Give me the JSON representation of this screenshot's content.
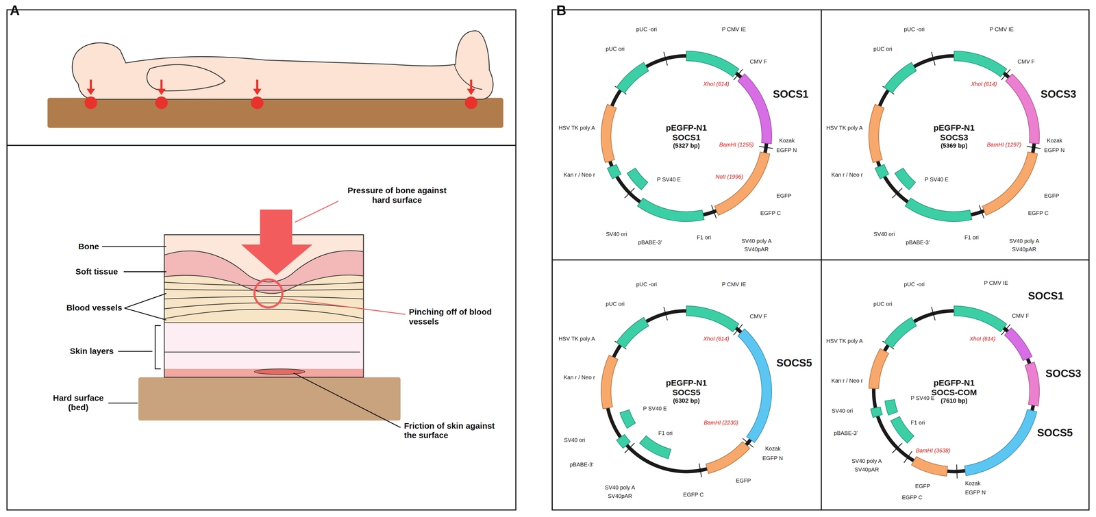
{
  "diagram": {
    "nodes": [
      {
        "text": [
          "pEGFP-N1 SOCS1",
          "(5327 bp)"
        ]
      },
      {
        "text": [
          "pEGFP-N1 SOCS3",
          "(5369 bp)"
        ]
      },
      {
        "text": [
          "pEGFP-N1 SOCS5",
          "(6302 bp)"
        ]
      },
      {
        "text": [
          "pEGFP-N1 SOCS-COM",
          "(7610 bp)"
        ]
      }
    ],
    "labels": [
      "A",
      "Pressure of bone against hard surface",
      "Bone",
      "Soft tissue",
      "Blood vessels",
      "Pinching off of blood vessels",
      "Skin layers",
      "Hard surface (bed)",
      "Friction of skin against the surface",
      "B",
      "pUC -ori",
      "pUC ori",
      "P CMV IE",
      "CMV F",
      "XhoI (614)",
      "SOCS1",
      "BamHI (1255)",
      "Kozak",
      "EGFP N",
      "EGFP",
      "NotI (1996)",
      "EGFP C",
      "SV40 poly A",
      "SV40pAR",
      "F1 ori",
      "pBABE-3'",
      "SV40 ori",
      "P SV40 E",
      "Kan r / Neo r",
      "HSV TK poly A",
      "pUC -ori",
      "pUC ori",
      "P CMV IE",
      "CMV F",
      "XhoI (614)",
      "SOCS3",
      "BamHI (1297)",
      "Kozak",
      "EGFP N",
      "EGFP",
      "EGFP C",
      "SV40 poly A",
      "SV40pAR",
      "F1 ori",
      "pBABE-3'",
      "SV40 ori",
      "P SV40 E",
      "Kan r / Neo r",
      "HSV TK poly A",
      "pUC -ori",
      "pUC ori",
      "P CMV IE",
      "CMV F",
      "XhoI (614)",
      "SOCS5",
      "BamHI (2230)",
      "Kozak",
      "EGFP N",
      "EGFP",
      "EGFP C",
      "SV40 poly A",
      "SV40pAR",
      "F1 ori",
      "pBABE-3'",
      "SV40 ori",
      "P SV40 E",
      "Kan r / Neo r",
      "HSV TK poly A",
      "pUC -ori",
      "pUC ori",
      "P CMV IE",
      "CMV F",
      "SOCS1",
      "XhoI (614)",
      "SOCS3",
      "SOCS5",
      "BamHI (3638)",
      "Kozak",
      "EGFP N",
      "EGFP",
      "EGFP C",
      "SV40 poly A",
      "SV40pAR",
      "F1 ori",
      "pBABE-3'",
      "SV40 ori",
      "P SV40 E",
      "Kan r / Neo r",
      "HSV TK poly A"
    ]
  }
}
